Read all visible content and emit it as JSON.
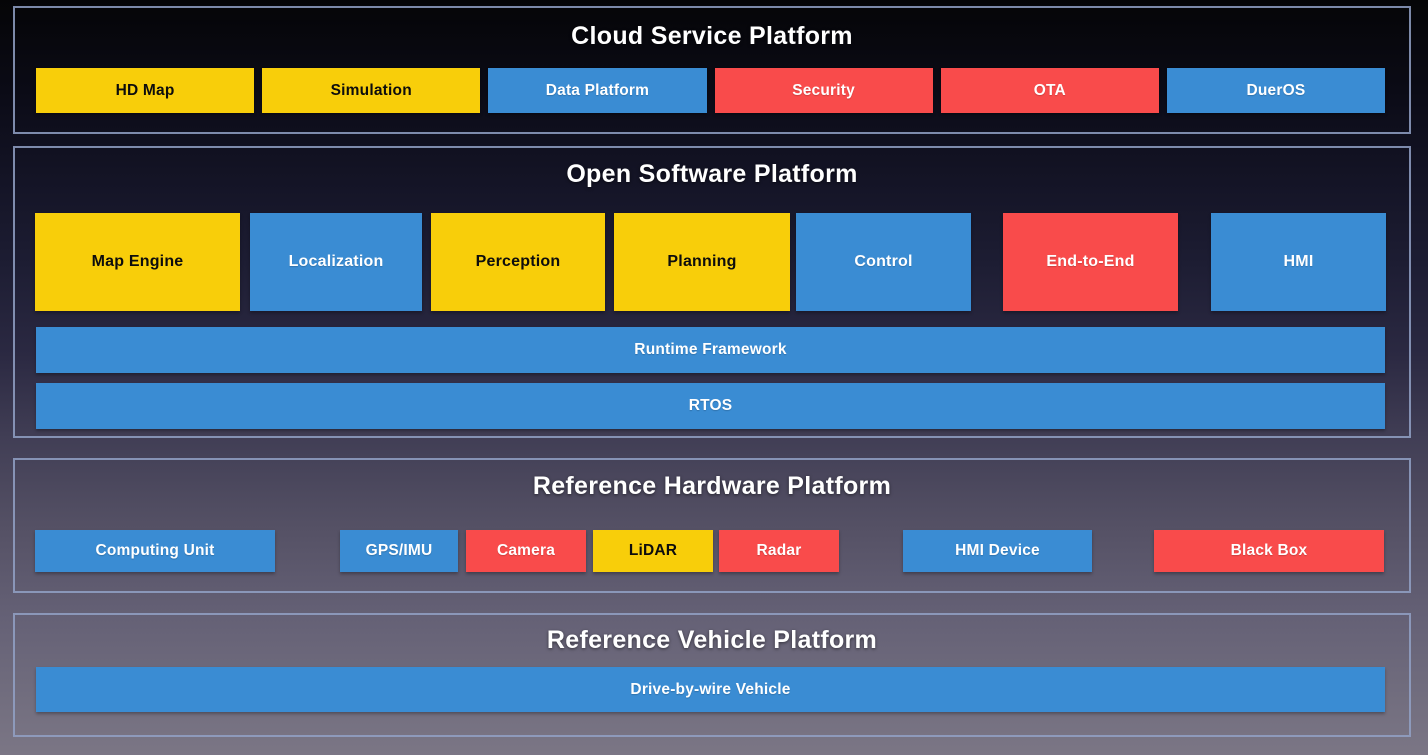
{
  "palette": {
    "yellow": "#F8CE0A",
    "blue": "#3A8CD3",
    "red": "#F94B4B",
    "panel_border": "#92A1C5",
    "title_text": "#FFFFFF",
    "yellow_box_text": "#0D0D0D",
    "background_top": "#050507",
    "background_bottom": "#7B7685"
  },
  "sections": {
    "cloud": {
      "title": "Cloud Service Platform",
      "boxes": [
        {
          "label": "HD Map",
          "color": "yellow"
        },
        {
          "label": "Simulation",
          "color": "yellow"
        },
        {
          "label": "Data Platform",
          "color": "blue"
        },
        {
          "label": "Security",
          "color": "red"
        },
        {
          "label": "OTA",
          "color": "red"
        },
        {
          "label": "DuerOS",
          "color": "blue"
        }
      ]
    },
    "software": {
      "title": "Open Software Platform",
      "modules": [
        {
          "label": "Map Engine",
          "color": "yellow"
        },
        {
          "label": "Localization",
          "color": "blue"
        },
        {
          "label": "Perception",
          "color": "yellow"
        },
        {
          "label": "Planning",
          "color": "yellow"
        },
        {
          "label": "Control",
          "color": "blue"
        },
        {
          "label": "End-to-End",
          "color": "red"
        },
        {
          "label": "HMI",
          "color": "blue"
        }
      ],
      "bars": [
        {
          "label": "Runtime Framework",
          "color": "blue"
        },
        {
          "label": "RTOS",
          "color": "blue"
        }
      ]
    },
    "hardware": {
      "title": "Reference Hardware Platform",
      "boxes": [
        {
          "label": "Computing Unit",
          "color": "blue"
        },
        {
          "label": "GPS/IMU",
          "color": "blue"
        },
        {
          "label": "Camera",
          "color": "red"
        },
        {
          "label": "LiDAR",
          "color": "yellow"
        },
        {
          "label": "Radar",
          "color": "red"
        },
        {
          "label": "HMI Device",
          "color": "blue"
        },
        {
          "label": "Black Box",
          "color": "red"
        }
      ]
    },
    "vehicle": {
      "title": "Reference Vehicle Platform",
      "bars": [
        {
          "label": "Drive-by-wire Vehicle",
          "color": "blue"
        }
      ]
    }
  }
}
